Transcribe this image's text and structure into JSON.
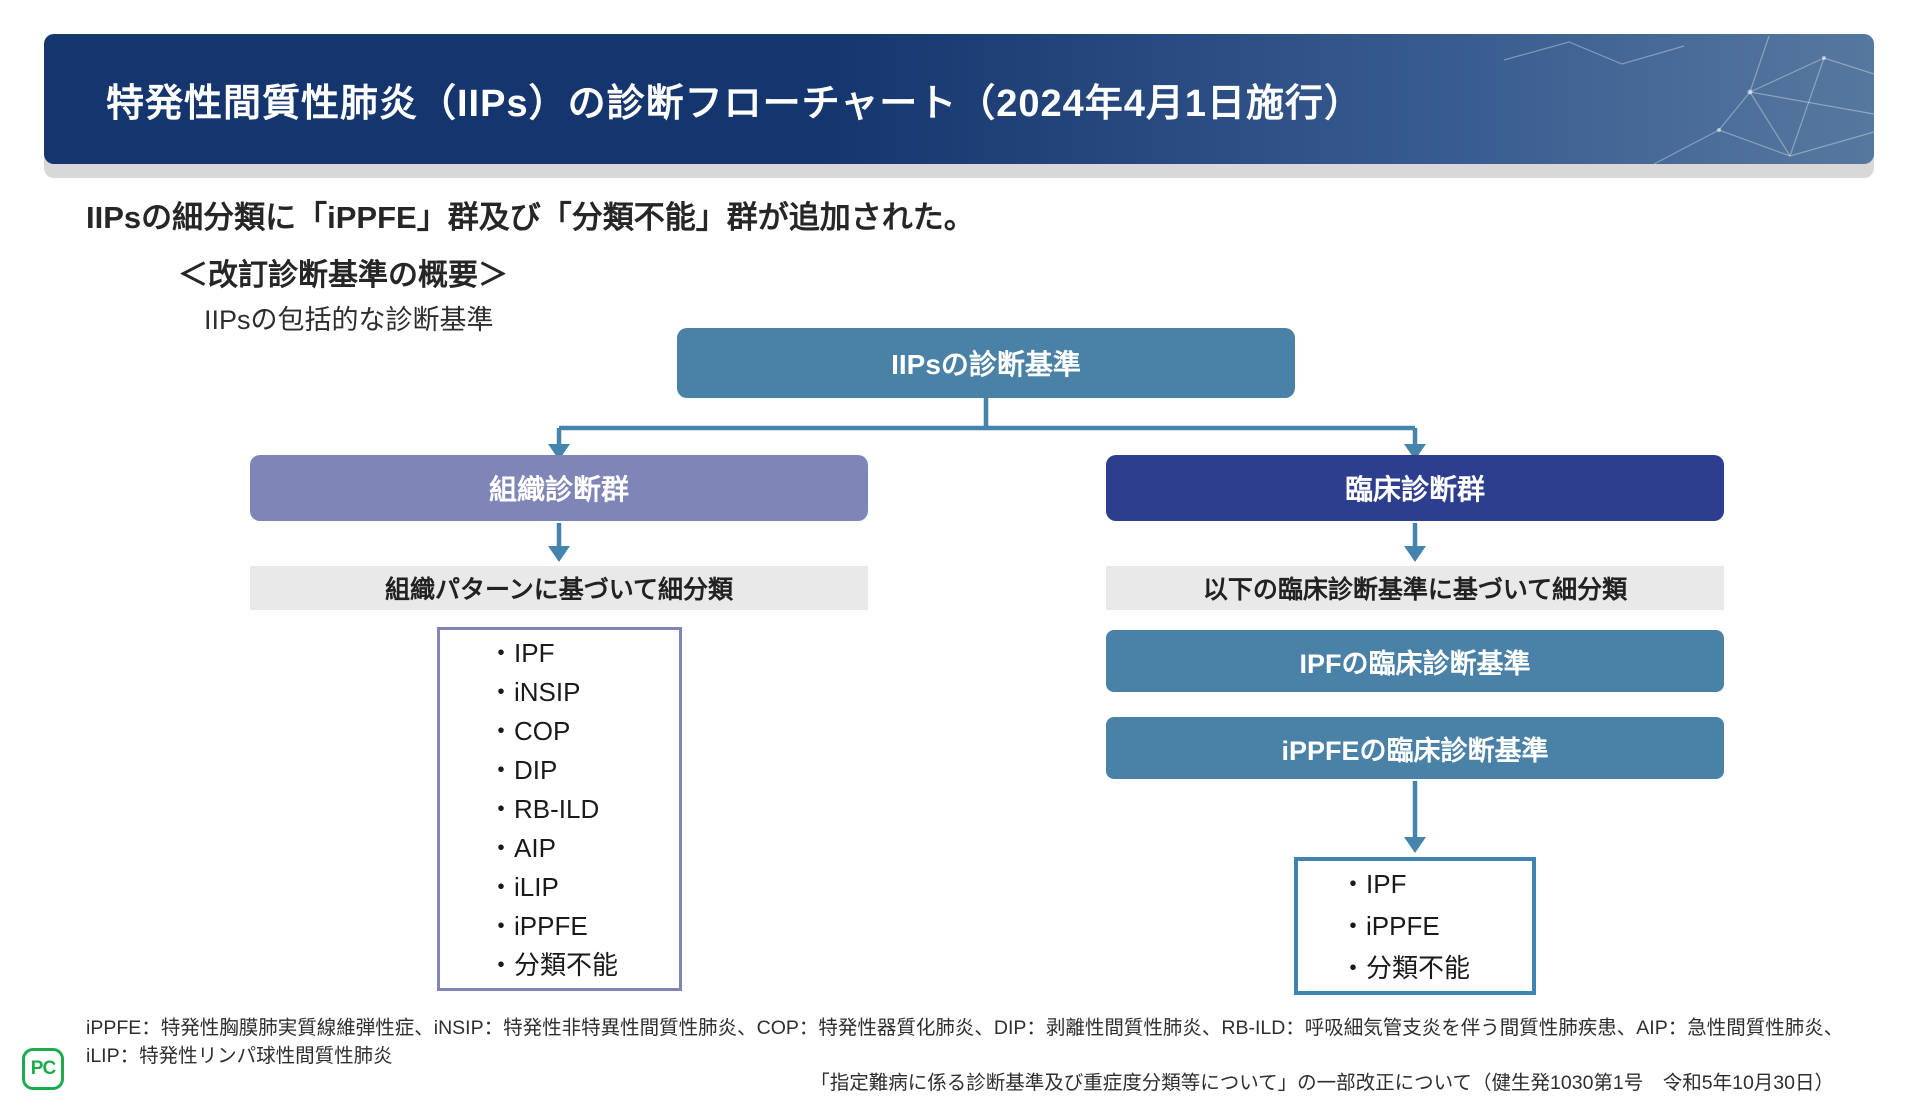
{
  "colors": {
    "header-start": "#14356d",
    "header-mid": "#3a5d91",
    "header-end": "#56789f",
    "teal": "#4a81a7",
    "purple": "#7f85b7",
    "navy": "#2c3e8d",
    "arrow": "#4585ad",
    "gray-bar": "#e9e9e9",
    "list-border-right": "#3f84b1",
    "logo-green": "#1cab4d"
  },
  "header": {
    "title": "特発性間質性肺炎（IIPs）の診断フローチャート（2024年4月1日施行）"
  },
  "intro": {
    "headline": "IIPsの細分類に「iPPFE」群及び「分類不能」群が追加された。",
    "subheading": "＜改訂診断基準の概要＞",
    "caption": "IIPsの包括的な診断基準"
  },
  "flowchart": {
    "root_box": "IIPsの診断基準",
    "left_branch": {
      "group_box": "組織診断群",
      "criteria_bar": "組織パターンに基づいて細分類",
      "items": [
        "・IPF",
        "・iNSIP",
        "・COP",
        "・DIP",
        "・RB-ILD",
        "・AIP",
        "・iLIP",
        "・iPPFE",
        "・分類不能"
      ]
    },
    "right_branch": {
      "group_box": "臨床診断群",
      "criteria_bar": "以下の臨床診断基準に基づいて細分類",
      "ipf_box": "IPFの臨床診断基準",
      "ippfe_box": "iPPFEの臨床診断基準",
      "items": [
        "・IPF",
        "・iPPFE",
        "・分類不能"
      ]
    }
  },
  "footer": {
    "abbreviations_line1": "iPPFE：特発性胸膜肺実質線維弾性症、iNSIP：特発性非特異性間質性肺炎、COP：特発性器質化肺炎、DIP：剥離性間質性肺炎、RB-ILD：呼吸細気管支炎を伴う間質性肺疾患、AIP：急性間質性肺炎、",
    "abbreviations_line2": "iLIP：特発性リンパ球性間質性肺炎",
    "citation": "「指定難病に係る診断基準及び重症度分類等について」の一部改正について（健生発1030第1号　令和5年10月30日）",
    "logo_text": "PC"
  }
}
